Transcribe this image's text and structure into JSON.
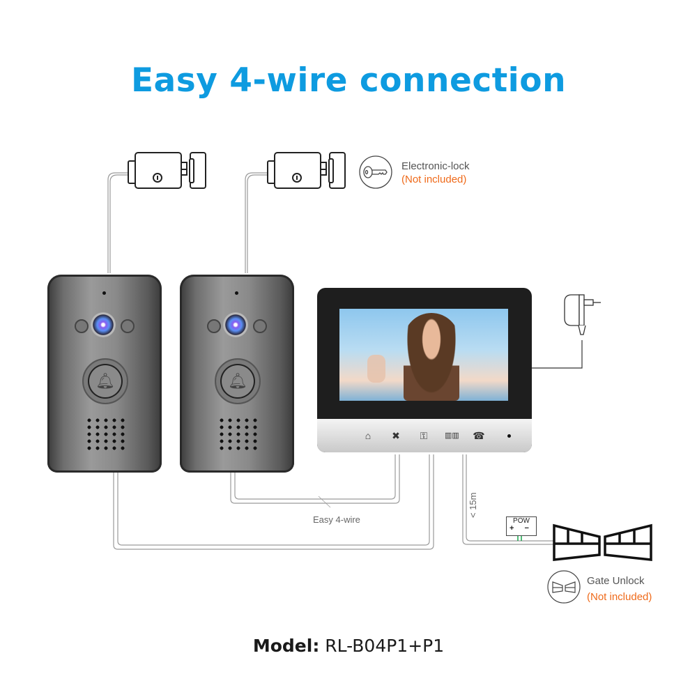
{
  "title": "Easy 4-wire connection",
  "accent_color": "#0e9be0",
  "note_color": "#ef6a1a",
  "electronic_lock": {
    "label": "Electronic-lock",
    "note": "(Not included)",
    "icon": "key-icon"
  },
  "gate_unlock": {
    "label": "Gate Unlock",
    "note": "(Not included)",
    "icon": "gate-icon"
  },
  "wiring": {
    "label": "Easy 4-wire",
    "distance_label": "< 15m"
  },
  "power_box": {
    "label": "POW",
    "terminals": "+ −"
  },
  "monitor": {
    "buttons": [
      "intercom-person-icon",
      "settings-tools-icon",
      "key-unlock-icon",
      "gate-icon",
      "phone-handset-icon"
    ],
    "indicator": "power-led"
  },
  "outdoor_stations": [
    {
      "name": "Outdoor station 1",
      "features": [
        "camera",
        "ir-leds",
        "doorbell-button",
        "speaker-grille"
      ]
    },
    {
      "name": "Outdoor station 2",
      "features": [
        "camera",
        "ir-leds",
        "doorbell-button",
        "speaker-grille"
      ]
    }
  ],
  "model": {
    "label": "Model:",
    "value": "RL-B04P1+P1"
  }
}
